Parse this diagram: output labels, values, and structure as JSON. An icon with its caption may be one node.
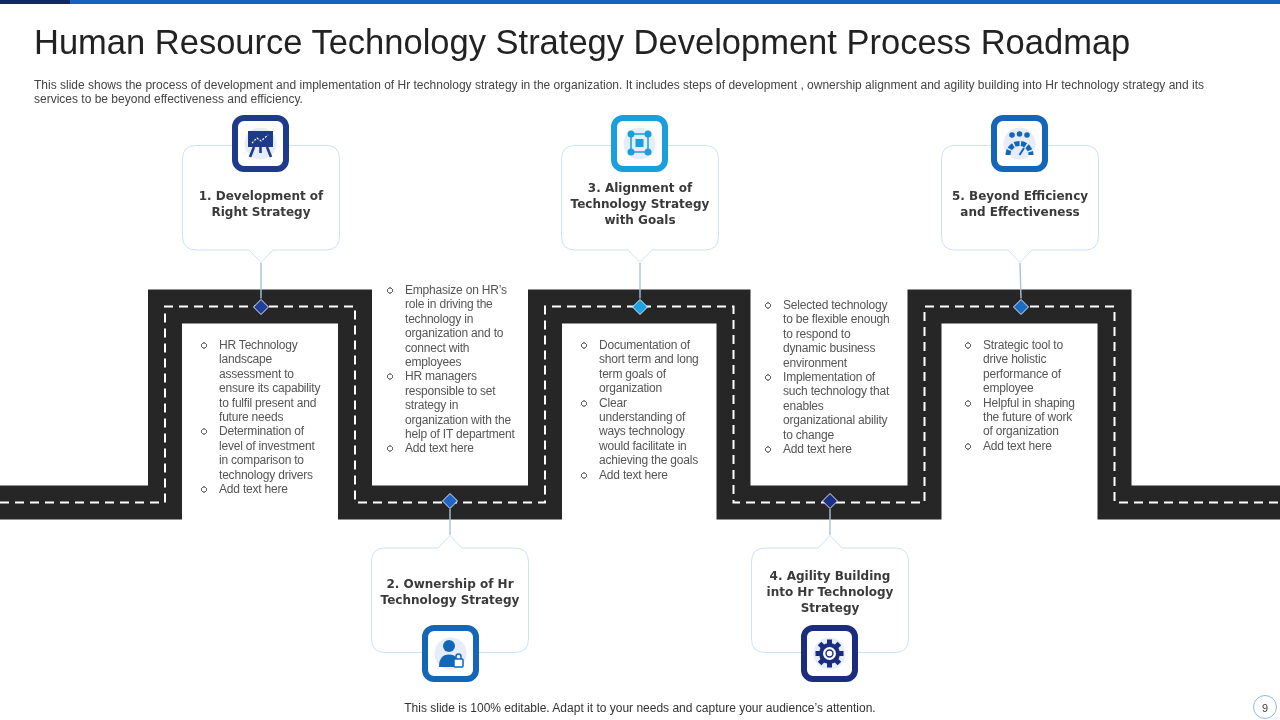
{
  "diagram": {
    "title": "Human Resource Technology Strategy Development Process Roadmap",
    "nodes": [
      {
        "text": [
          "1. Development of Right Strategy"
        ]
      },
      {
        "text": [
          "2. Ownership of Hr Technology Strategy"
        ]
      },
      {
        "text": [
          "3. Alignment of Technology Strategy with Goals"
        ]
      },
      {
        "text": [
          "4. Agility Building into Hr Technology Strategy"
        ]
      },
      {
        "text": [
          "5. Beyond Efficiency and Effectiveness"
        ]
      },
      {
        "text": [],
        "shape": "diamond",
        "beside": [
          "HR Technology landscape assessment to ensure its capability to fulfil present and future needs",
          "Determination of level of investment in comparison to technology drivers",
          "Add text here"
        ]
      },
      {
        "text": [],
        "shape": "diamond",
        "beside": [
          "Emphasize on HR’s role in driving the technology in organization and to connect with employees",
          "HR managers responsible to set strategy in organization with the help of IT department",
          "Add text here"
        ]
      },
      {
        "text": [],
        "shape": "diamond",
        "beside": [
          "Documentation of short term and long term goals of organization",
          "Clear understanding of ways technology would facilitate in achieving the goals",
          "Add text here"
        ]
      },
      {
        "text": [],
        "shape": "diamond",
        "beside": [
          "Selected technology to be flexible enough to respond to dynamic business environment",
          "Implementation of such technology that enables organizational ability to change",
          "Add text here"
        ]
      },
      {
        "text": [],
        "shape": "diamond",
        "beside": [
          "Strategic tool to drive holistic performance of employee",
          "Helpful in shaping the future of work of organization",
          "Add text here"
        ]
      }
    ],
    "edges": [
      {
        "from": 0,
        "to": 5,
        "arrow": "none"
      },
      {
        "from": 1,
        "to": 6,
        "arrow": "none"
      },
      {
        "from": 2,
        "to": 7,
        "arrow": "none"
      },
      {
        "from": 3,
        "to": 8,
        "arrow": "none"
      },
      {
        "from": 4,
        "to": 9,
        "arrow": "none"
      }
    ],
    "labels": [
      "This slide shows the process of development and implementation of Hr technology strategy in the organization. It includes steps of development , ownership alignment and agility building into Hr technology strategy and its services to be beyond effectiveness and efficiency.",
      "This slide is 100% editable. Adapt it to your needs and capture your audience’s attention.",
      "9"
    ]
  }
}
